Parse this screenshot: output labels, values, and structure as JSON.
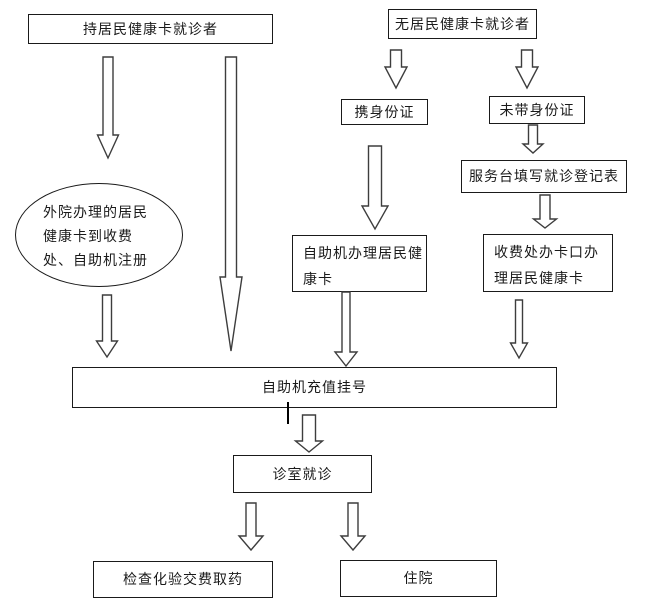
{
  "diagram": {
    "nodes": {
      "card_holder": {
        "label": "持居民健康卡就诊者"
      },
      "no_card": {
        "label": "无居民健康卡就诊者"
      },
      "with_id": {
        "label": "携身份证"
      },
      "without_id": {
        "label": "未带身份证"
      },
      "service_desk": {
        "label": "服务台填写就诊登记表"
      },
      "external_card_oval": {
        "line1": "外院办理的居民",
        "line2": "健康卡到收费",
        "line3": "处、自助机注册"
      },
      "self_machine_card": {
        "line1": "自助机办理居民健",
        "line2": "康卡"
      },
      "fee_window_card": {
        "line1": "收费处办卡口办",
        "line2": "理居民健康卡"
      },
      "recharge_register": {
        "label": "自助机充值挂号"
      },
      "clinic_visit": {
        "label": "诊室就诊"
      },
      "exam_pay_medicine": {
        "label": "检查化验交费取药"
      },
      "hospitalization": {
        "label": "住院"
      }
    },
    "arrows": [
      {
        "from": "card_holder",
        "to": "external_card_oval"
      },
      {
        "from": "card_holder",
        "to": "recharge_register"
      },
      {
        "from": "no_card",
        "to": "with_id"
      },
      {
        "from": "no_card",
        "to": "without_id"
      },
      {
        "from": "without_id",
        "to": "service_desk"
      },
      {
        "from": "service_desk",
        "to": "fee_window_card"
      },
      {
        "from": "with_id",
        "to": "self_machine_card"
      },
      {
        "from": "external_card_oval",
        "to": "recharge_register"
      },
      {
        "from": "self_machine_card",
        "to": "recharge_register"
      },
      {
        "from": "fee_window_card",
        "to": "recharge_register"
      },
      {
        "from": "recharge_register",
        "to": "clinic_visit"
      },
      {
        "from": "clinic_visit",
        "to": "exam_pay_medicine"
      },
      {
        "from": "clinic_visit",
        "to": "hospitalization"
      }
    ],
    "colors": {
      "background": "#ffffff",
      "box_border": "#1a1a1a",
      "arrow_outline": "#3d3d3d",
      "text": "#1a1a1a"
    }
  }
}
